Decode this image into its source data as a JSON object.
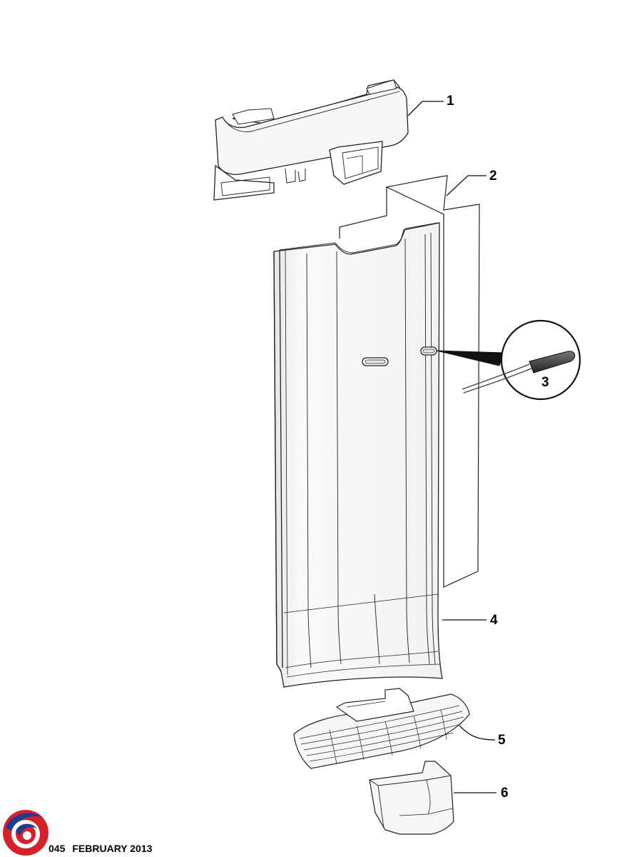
{
  "callouts": [
    {
      "label": "1",
      "part": "top-cap"
    },
    {
      "label": "2",
      "part": "insulation-sheet"
    },
    {
      "label": "3",
      "part": "temperature-sensor"
    },
    {
      "label": "4",
      "part": "rear-panel"
    },
    {
      "label": "5",
      "part": "bottom-grille-tray"
    },
    {
      "label": "6",
      "part": "bottom-end-piece"
    }
  ],
  "footer": {
    "code": "045",
    "date": "FEBRUARY 2013"
  },
  "colors": {
    "line": "#222222",
    "fill": "#f4f4f4",
    "logo_red": "#d4212a",
    "logo_blue": "#1f3d8f"
  }
}
